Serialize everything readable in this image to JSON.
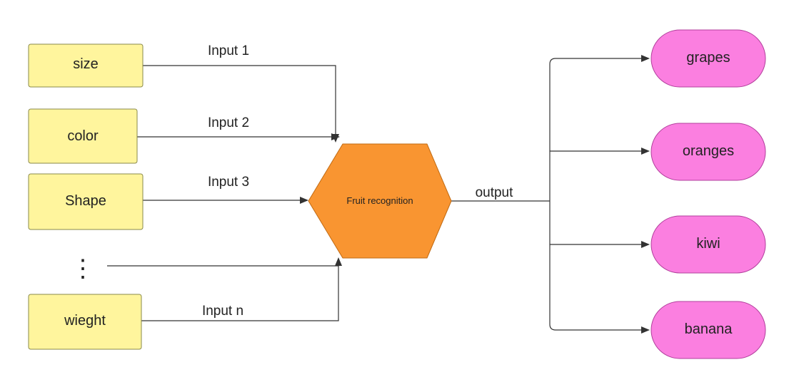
{
  "diagram": {
    "inputs": [
      {
        "id": "size",
        "label": "size"
      },
      {
        "id": "color",
        "label": "color"
      },
      {
        "id": "shape",
        "label": "Shape"
      },
      {
        "id": "weight",
        "label": "wieght"
      }
    ],
    "ellipsis": "⋮",
    "edge_labels": {
      "input1": "Input 1",
      "input2": "Input 2",
      "input3": "Input 3",
      "inputn": "Input n",
      "output": "output"
    },
    "center": {
      "label": "Fruit recognition"
    },
    "outputs": [
      {
        "id": "grapes",
        "label": "grapes"
      },
      {
        "id": "oranges",
        "label": "oranges"
      },
      {
        "id": "kiwi",
        "label": "kiwi"
      },
      {
        "id": "banana",
        "label": "banana"
      }
    ]
  },
  "colors": {
    "input_fill": "#FFF59D",
    "input_stroke": "#8A8A4A",
    "center_fill": "#F99531",
    "center_stroke": "#C06A12",
    "output_fill": "#FB7FE0",
    "output_stroke": "#B2409C",
    "line": "#333333"
  }
}
